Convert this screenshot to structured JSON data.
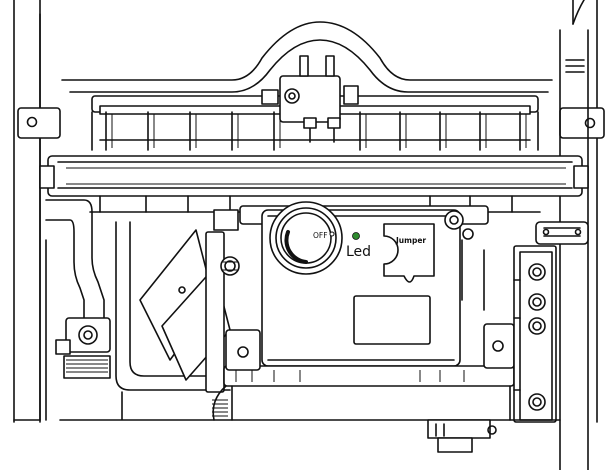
{
  "labels": {
    "knob_off": "OFF",
    "led": "Led",
    "jumper": "Jumper"
  },
  "colors": {
    "line": "#111111",
    "background": "#ffffff",
    "led_indicator": "#2e8b2e"
  },
  "icons": {
    "control_knob": "rotary-knob-icon",
    "led_indicator": "led-dot-icon"
  }
}
